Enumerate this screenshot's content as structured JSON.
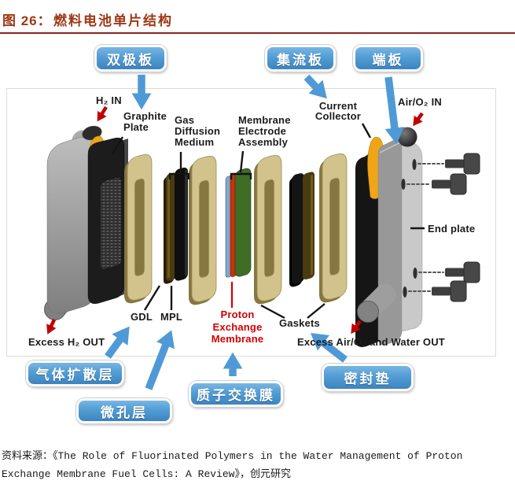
{
  "header": {
    "figure_label": "图 26：",
    "title": "燃料电池单片结构"
  },
  "callouts": {
    "bipolar_plate": "双极板",
    "collector_plate": "集流板",
    "end_plate": "端板",
    "gas_diffusion_layer": "气体扩散层",
    "microporous_layer": "微孔层",
    "proton_exchange_membrane": "质子交换膜",
    "seal_gasket": "密封垫"
  },
  "diagram_labels": {
    "h2_in": "H₂ IN",
    "graphite_plate": "Graphite\nPlate",
    "gas_diffusion_medium": "Gas\nDiffusion\nMedium",
    "membrane_electrode_assembly": "Membrane\nElectrode\nAssembly",
    "current_collector": "Current\nCollector",
    "air_o2_in": "Air/O₂ IN",
    "end_plate": "End plate",
    "gdl": "GDL",
    "mpl": "MPL",
    "proton_exchange_membrane": "Proton\nExchange\nMembrane",
    "gaskets": "Gaskets",
    "excess_h2_out": "Excess H₂ OUT",
    "excess_air_out": "Excess Air/O₂ and Water OUT"
  },
  "footer": {
    "source": "资料来源：《The Role of Fluorinated Polymers in the Water Management of Proton\nExchange Membrane Fuel Cells: A Review》，创元研究"
  },
  "colors": {
    "title_red": "#9e3715",
    "rule_red": "#8a2420",
    "callout_blue": "#4e97cf",
    "arrow_blue": "#4f9ad6",
    "arrow_red": "#c00000",
    "pem_text_red": "#d40000",
    "gasket_tan": "#d2c28c",
    "mea_green": "#3f6d26",
    "mea_red": "#cc2f08",
    "mea_blue": "#7fa8cd",
    "collector_yellow": "#f0a518"
  }
}
